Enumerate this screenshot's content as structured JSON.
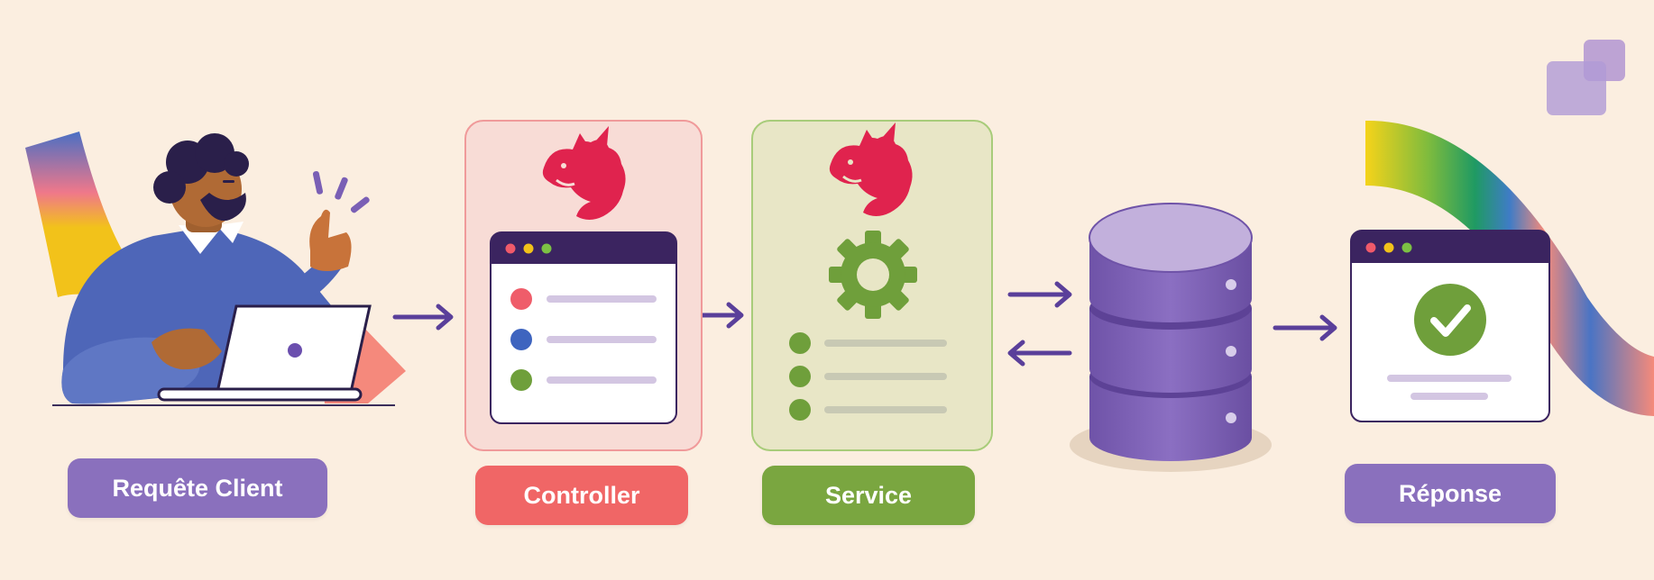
{
  "labels": {
    "client": "Requête Client",
    "controller": "Controller",
    "service": "Service",
    "response": "Réponse"
  },
  "icons": {
    "framework_logo": "nestjs-logo-icon",
    "settings": "gear-icon",
    "success": "checkmark-circle-icon",
    "storage": "database-icon"
  },
  "colors": {
    "background": "#fbeee0",
    "client": "#8a70bd",
    "controller": "#f06666",
    "service": "#7aa640",
    "response": "#8a70bd",
    "arrow": "#5a3f9a",
    "nest_logo": "#e0234e",
    "database": "#7a5fb0",
    "window_bar": "#3b2460"
  }
}
